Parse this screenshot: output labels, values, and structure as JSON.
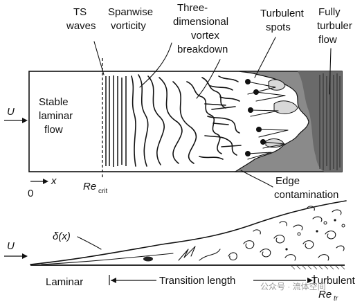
{
  "top_labels": {
    "ts_waves": [
      "TS",
      "waves"
    ],
    "spanwise": [
      "Spanwise",
      "vorticity"
    ],
    "three_d": [
      "Three-",
      "dimensional",
      "vortex",
      "breakdown"
    ],
    "turbulent_spots": [
      "Turbulent",
      "spots"
    ],
    "fully": [
      "Fully",
      "turbuler",
      "flow"
    ]
  },
  "stable": [
    "Stable",
    "laminar",
    "flow"
  ],
  "u_label": "U",
  "axis": {
    "origin": "0",
    "x": "x",
    "re": "Re",
    "re_sub": "crit"
  },
  "edge": [
    "Edge",
    "contamination"
  ],
  "bottom": {
    "delta": "δ(x)",
    "u_label": "U",
    "laminar": "Laminar",
    "transition": "Transition length",
    "turbulent": "Turbulent",
    "re": "Re",
    "re_sub": "tr"
  },
  "watermark": "公众号 · 流体空间"
}
